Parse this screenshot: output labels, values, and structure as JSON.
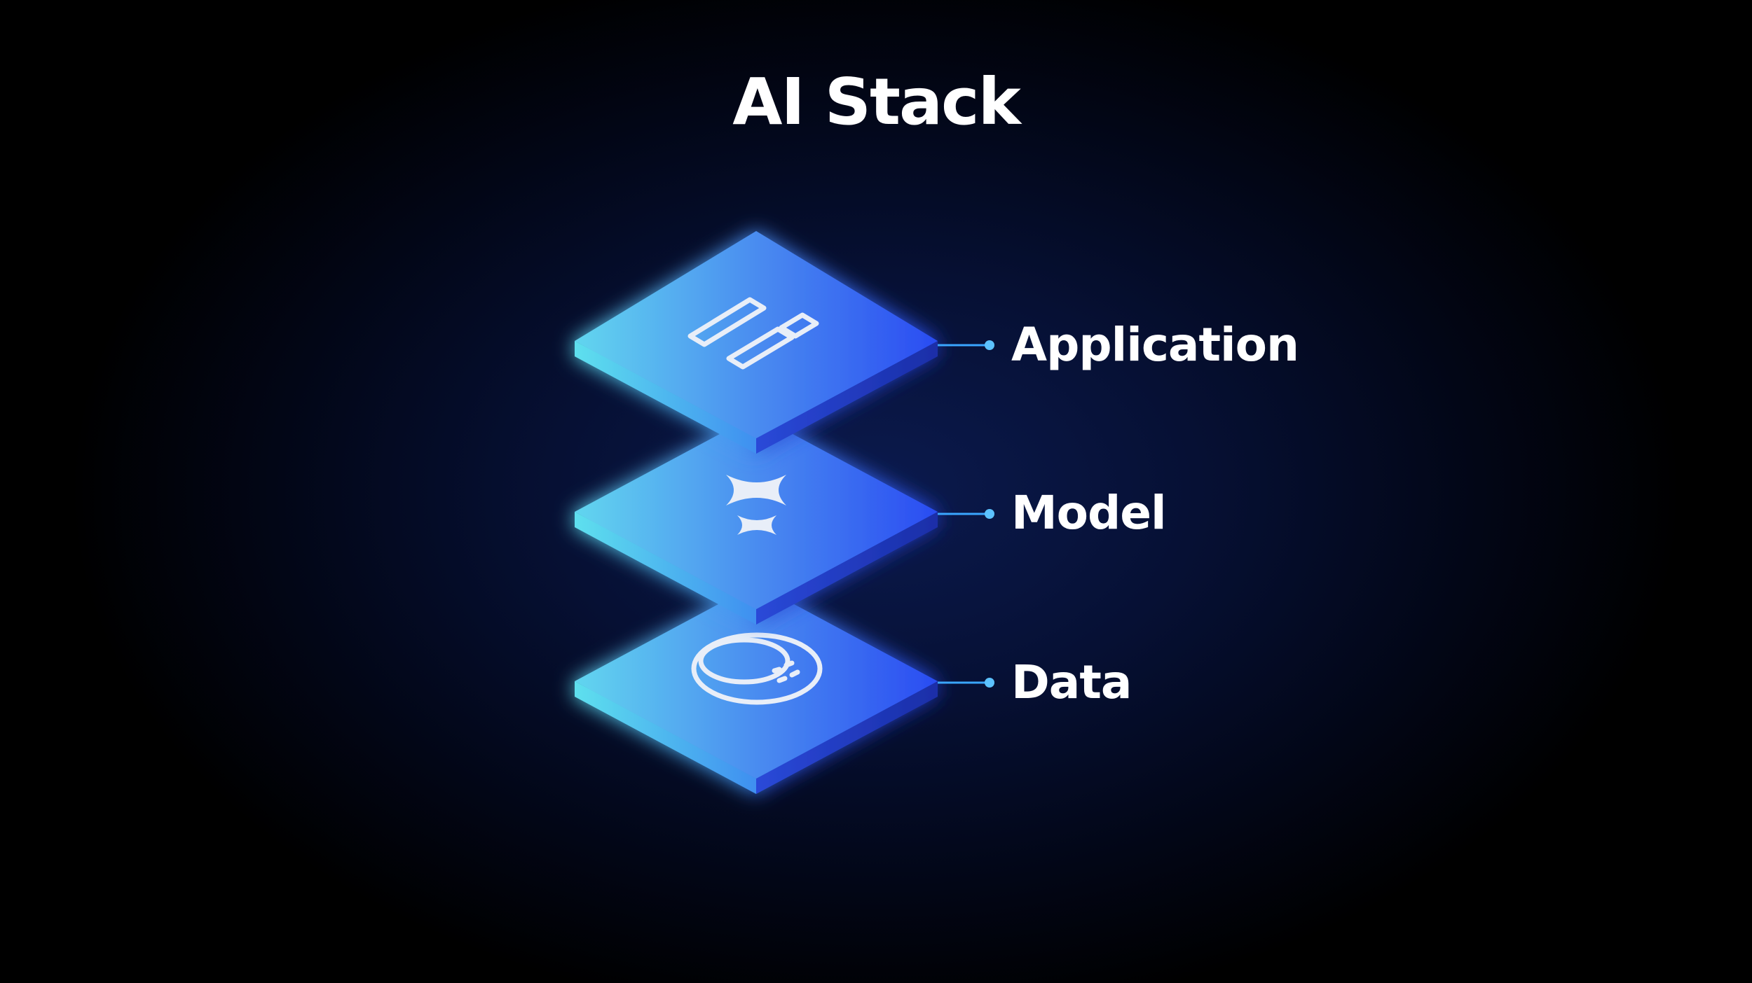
{
  "title": "AI Stack",
  "layers": [
    {
      "label": "Application",
      "icon": "dashboard-layout-icon"
    },
    {
      "label": "Model",
      "icon": "sparkles-icon"
    },
    {
      "label": "Data",
      "icon": "database-icon"
    }
  ],
  "colors": {
    "background": "#020616",
    "layer_left": "#5fd6f0",
    "layer_right": "#2a4ff0",
    "connector": "#3aa6ff",
    "text": "#ffffff"
  }
}
